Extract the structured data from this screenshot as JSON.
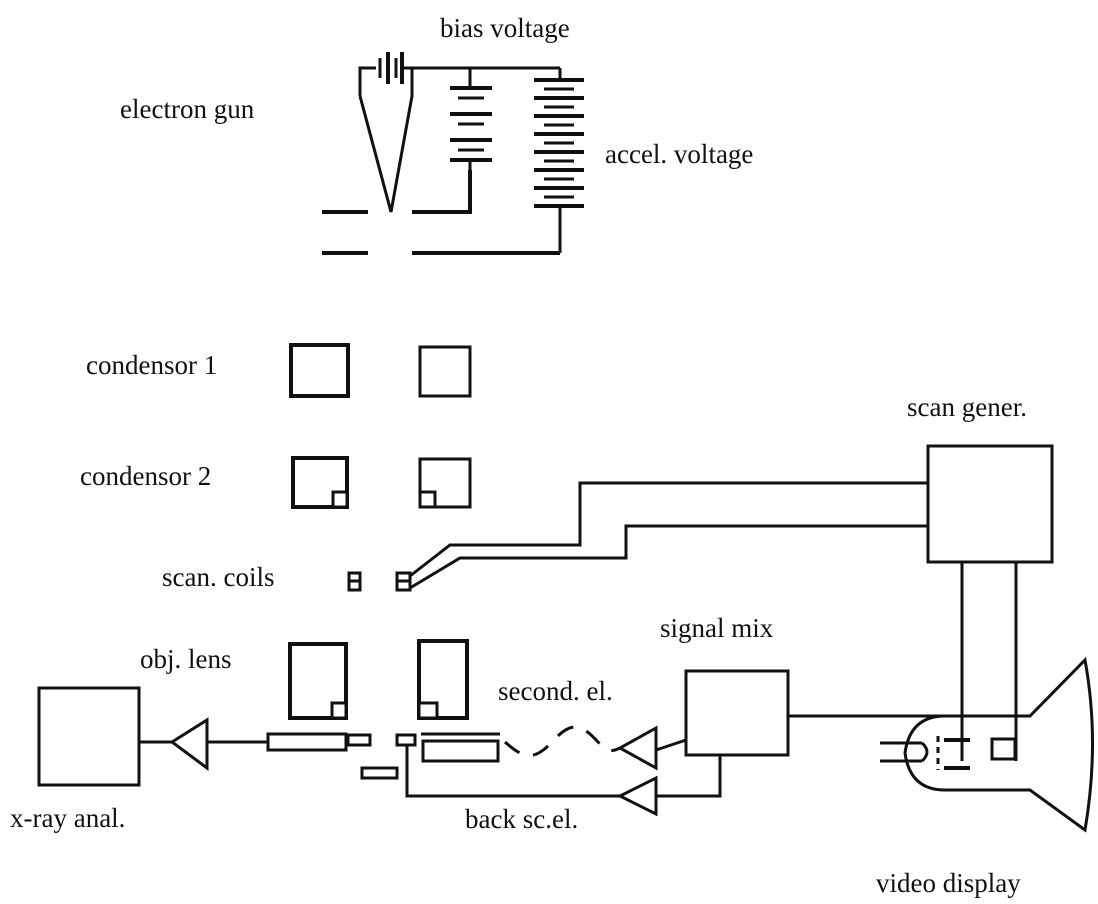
{
  "labels": {
    "bias_voltage": "bias voltage",
    "electron_gun": "electron gun",
    "accel_voltage": "accel. voltage",
    "condensor_1": "condensor 1",
    "condensor_2": "condensor 2",
    "scan_coils": "scan. coils",
    "obj_lens": "obj. lens",
    "scan_gener": "scan gener.",
    "signal_mix": "signal mix",
    "second_el": "second. el.",
    "back_sc_el": "back sc.el.",
    "x_ray_anal": "x-ray anal.",
    "video_display": "video display"
  }
}
